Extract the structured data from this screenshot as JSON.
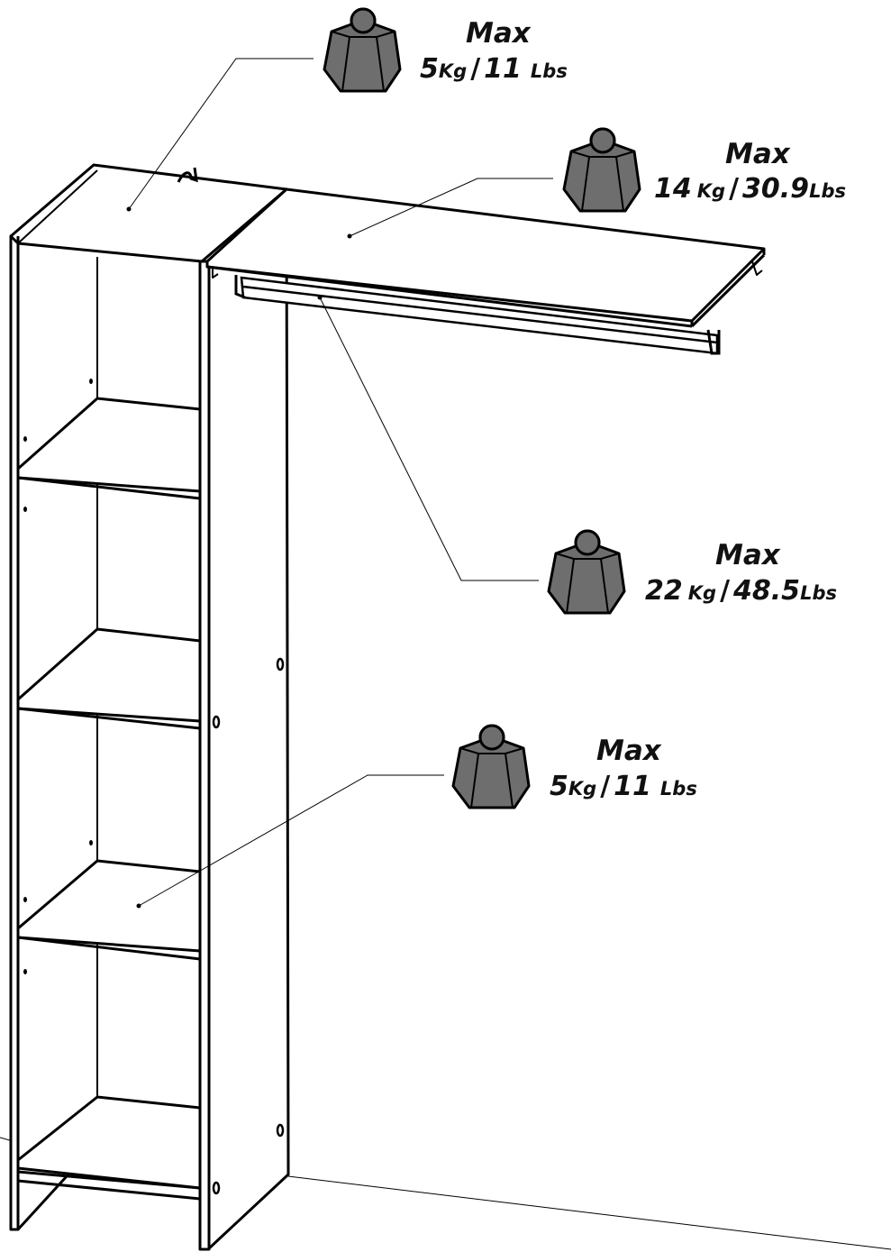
{
  "labels": {
    "top_left": {
      "max": "Max",
      "kg": "5",
      "kg_unit": "Kg",
      "sep": "/",
      "lbs": "11",
      "lbs_unit": "Lbs"
    },
    "top_shelf": {
      "max": "Max",
      "kg": "14",
      "kg_unit": "Kg",
      "sep": "/",
      "lbs": "30.9",
      "lbs_unit": "Lbs"
    },
    "rail": {
      "max": "Max",
      "kg": "22",
      "kg_unit": "Kg",
      "sep": "/",
      "lbs": "48.5",
      "lbs_unit": "Lbs"
    },
    "shelf": {
      "max": "Max",
      "kg": "5",
      "kg_unit": "Kg",
      "sep": "/",
      "lbs": "11",
      "lbs_unit": "Lbs"
    }
  },
  "colors": {
    "weight_fill": "#6e6e6e",
    "line": "#000000"
  }
}
